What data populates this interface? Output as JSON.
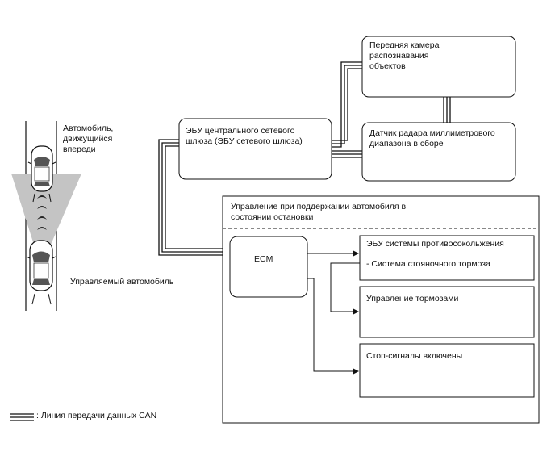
{
  "labels": {
    "vehicle_ahead": "Автомобиль,\nдвижущийся\nвпереди",
    "own_vehicle": "Управляемый автомобиль",
    "central_gateway_ecu": "ЭБУ центрального сетевого\nшлюза (ЭБУ сетевого шлюза)",
    "front_camera": "Передняя камера\nраспознавания\nобъектов",
    "radar_sensor": "Датчик радара миллиметрового\nдиапазона в сборе",
    "hold_control": "Управление при поддержании автомобиля в\nсостоянии остановки",
    "ecm": "ECM",
    "pcs_ecu": "ЭБУ системы противосокольжения",
    "parking_brake": "- Система стояночного тормоза",
    "brake_control": "Управление тормозами",
    "stop_lamps": "Стоп-сигналы включены",
    "legend_can": ": Линия передачи данных CAN"
  }
}
